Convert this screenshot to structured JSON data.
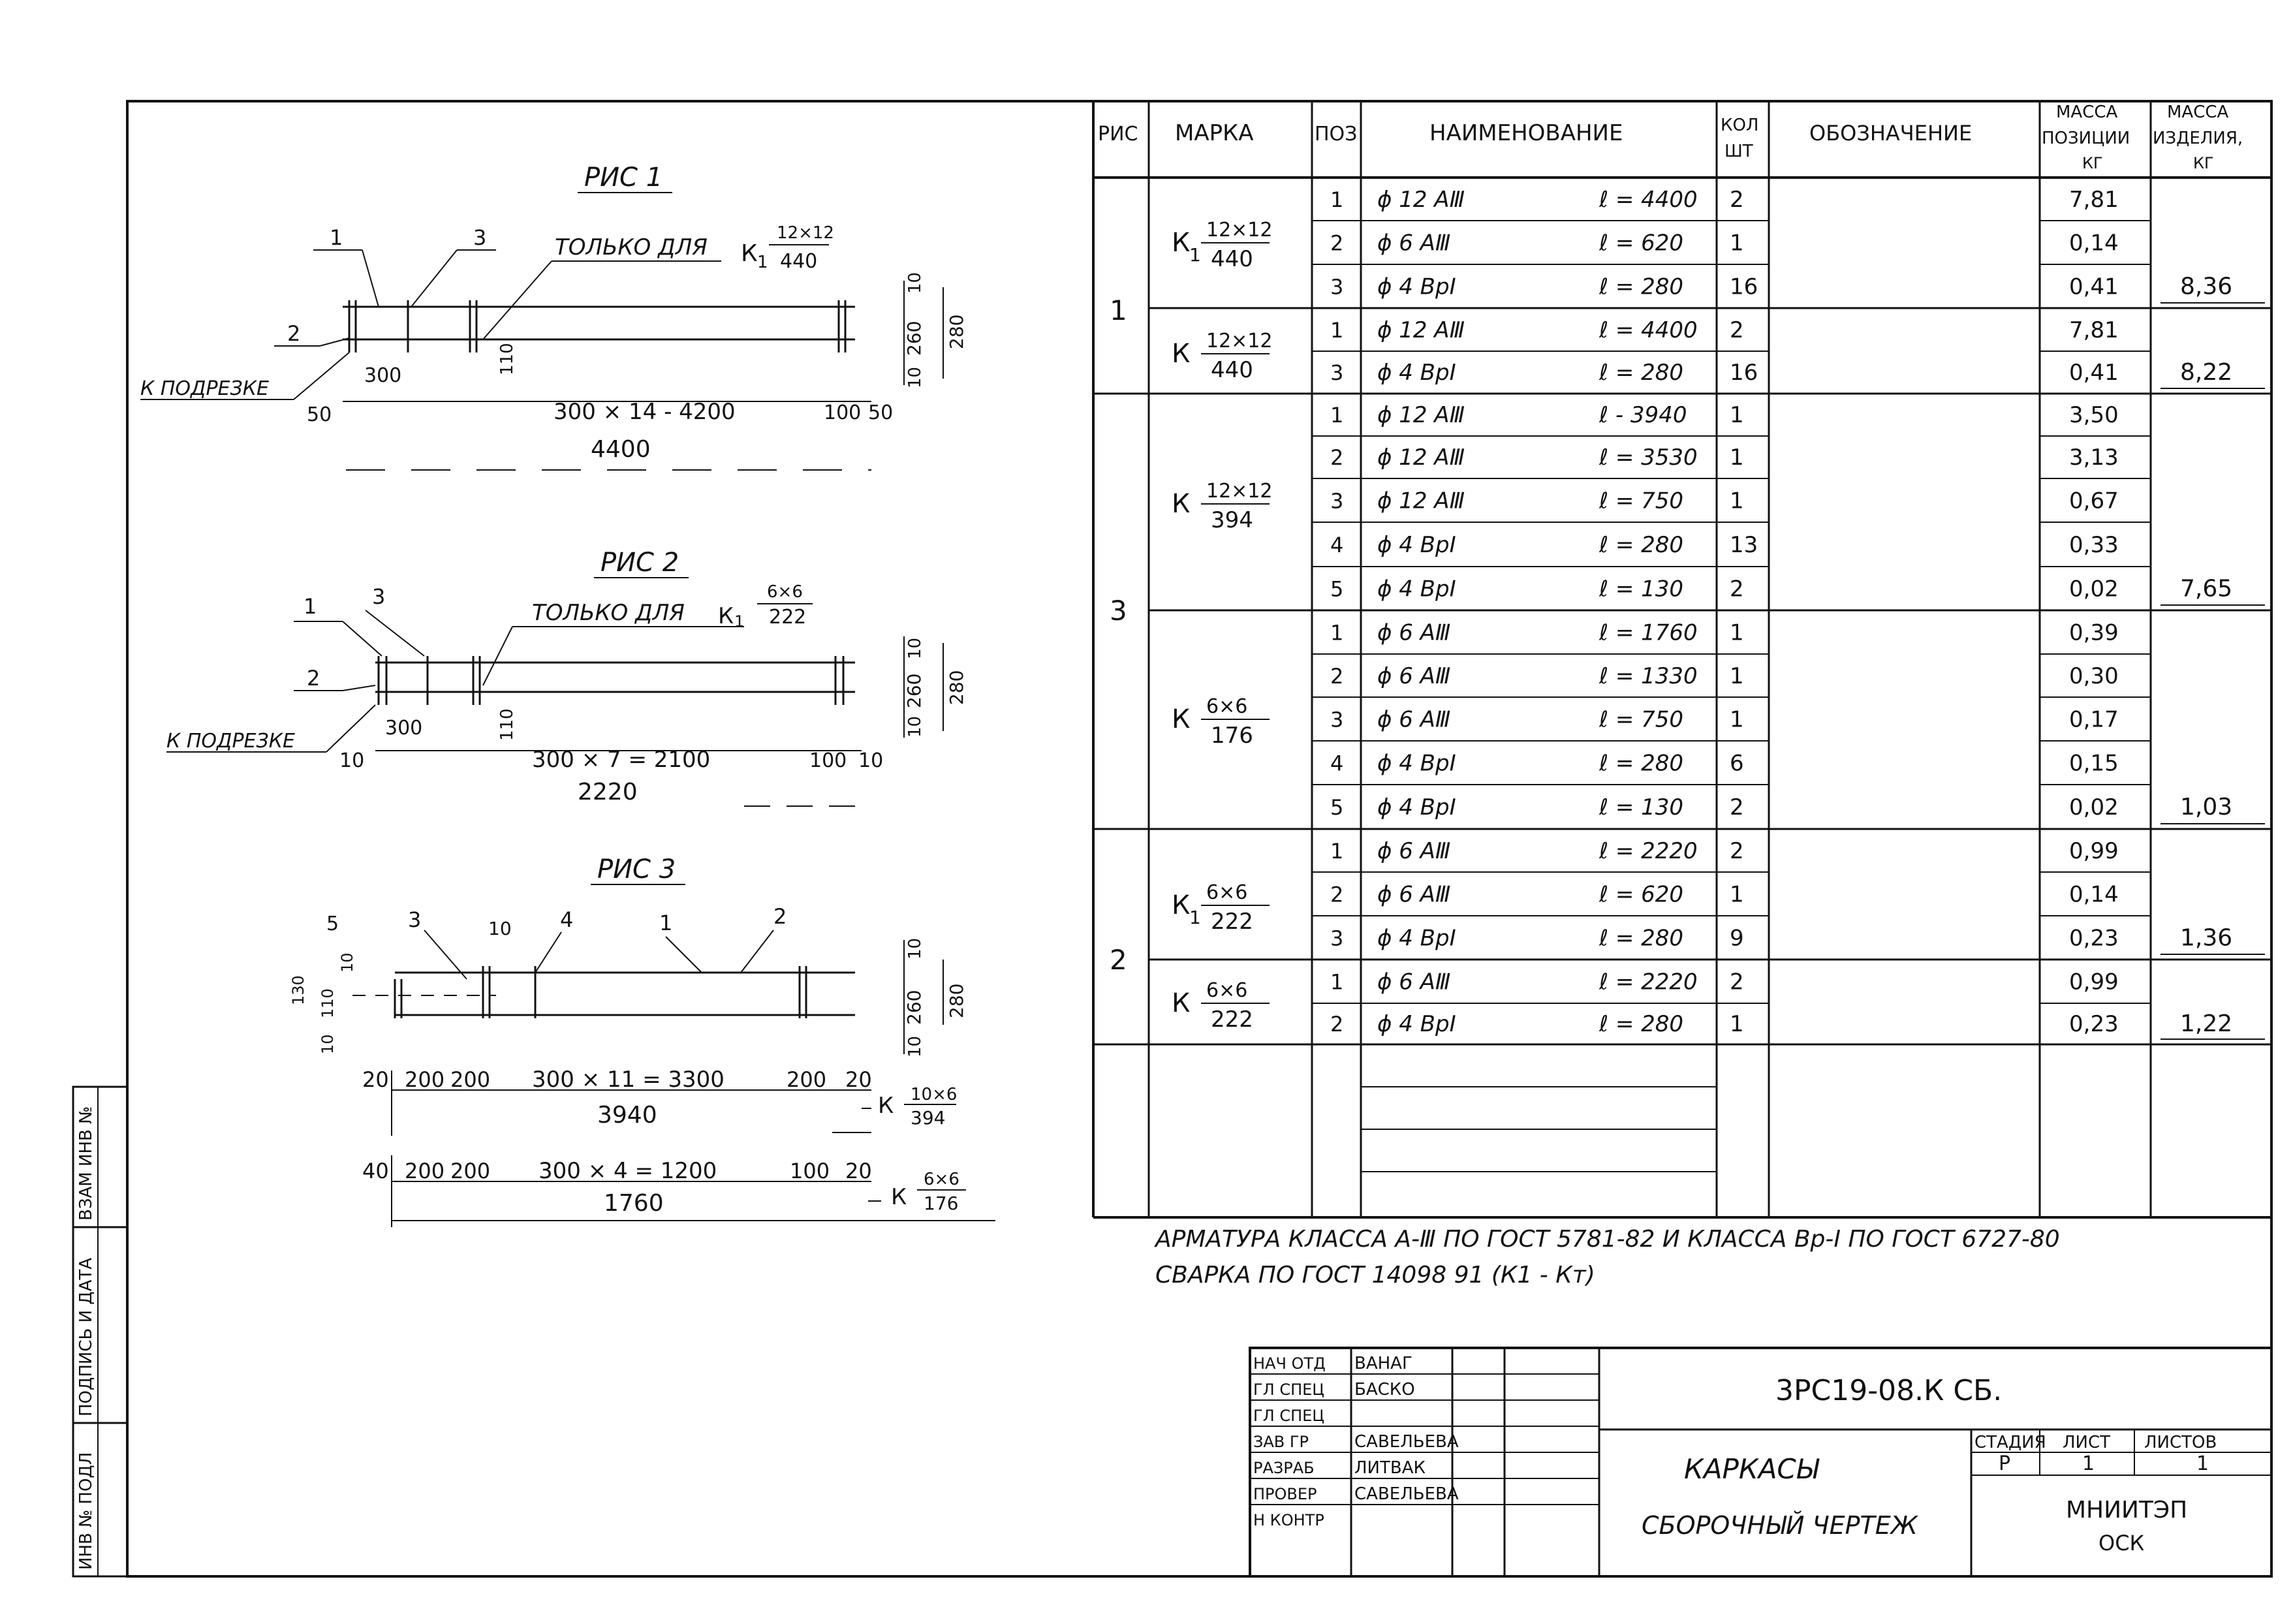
{
  "spec_table": {
    "headers": {
      "ris": "РИС",
      "marka": "МАРКА",
      "poz": "ПОЗ",
      "name": "НАИМЕНОВАНИЕ",
      "kol1": "КОЛ",
      "kol2": "ШТ",
      "oboz": "ОБОЗНАЧЕНИЕ",
      "mp1": "МАССА",
      "mp2": "ПОЗИЦИИ",
      "mp3": "КГ",
      "mi1": "МАССА",
      "mi2": "ИЗДЕЛИЯ,",
      "mi3": "КГ"
    },
    "ris_labels": [
      "1",
      "3",
      "2"
    ],
    "marks": [
      {
        "prefix": "К",
        "sub": "1",
        "num": "12×12",
        "den": "440"
      },
      {
        "prefix": "К",
        "sub": "",
        "num": "12×12",
        "den": "440"
      },
      {
        "prefix": "К",
        "sub": "",
        "num": "12×12",
        "den": "394"
      },
      {
        "prefix": "К",
        "sub": "",
        "num": "6×6",
        "den": "176"
      },
      {
        "prefix": "К",
        "sub": "1",
        "num": "6×6",
        "den": "222"
      },
      {
        "prefix": "К",
        "sub": "",
        "num": "6×6",
        "den": "222"
      }
    ],
    "rows": [
      {
        "poz": "1",
        "name": "ϕ 12 АⅢ",
        "len": "ℓ = 4400",
        "qty": "2",
        "mass": "7,81",
        "total": ""
      },
      {
        "poz": "2",
        "name": "ϕ 6 АⅢ",
        "len": "ℓ = 620",
        "qty": "1",
        "mass": "0,14",
        "total": ""
      },
      {
        "poz": "3",
        "name": "ϕ 4 ВрI",
        "len": "ℓ = 280",
        "qty": "16",
        "mass": "0,41",
        "total": "8,36"
      },
      {
        "poz": "1",
        "name": "ϕ 12 АⅢ",
        "len": "ℓ = 4400",
        "qty": "2",
        "mass": "7,81",
        "total": ""
      },
      {
        "poz": "3",
        "name": "ϕ 4 ВрI",
        "len": "ℓ = 280",
        "qty": "16",
        "mass": "0,41",
        "total": "8,22"
      },
      {
        "poz": "1",
        "name": "ϕ 12 АⅢ",
        "len": "ℓ - 3940",
        "qty": "1",
        "mass": "3,50",
        "total": ""
      },
      {
        "poz": "2",
        "name": "ϕ 12 АⅢ",
        "len": "ℓ = 3530",
        "qty": "1",
        "mass": "3,13",
        "total": ""
      },
      {
        "poz": "3",
        "name": "ϕ 12 АⅢ",
        "len": "ℓ = 750",
        "qty": "1",
        "mass": "0,67",
        "total": ""
      },
      {
        "poz": "4",
        "name": "ϕ 4 ВрI",
        "len": "ℓ = 280",
        "qty": "13",
        "mass": "0,33",
        "total": ""
      },
      {
        "poz": "5",
        "name": "ϕ 4 ВрI",
        "len": "ℓ = 130",
        "qty": "2",
        "mass": "0,02",
        "total": "7,65"
      },
      {
        "poz": "1",
        "name": "ϕ 6 АⅢ",
        "len": "ℓ = 1760",
        "qty": "1",
        "mass": "0,39",
        "total": ""
      },
      {
        "poz": "2",
        "name": "ϕ 6 АⅢ",
        "len": "ℓ = 1330",
        "qty": "1",
        "mass": "0,30",
        "total": ""
      },
      {
        "poz": "3",
        "name": "ϕ 6 АⅢ",
        "len": "ℓ = 750",
        "qty": "1",
        "mass": "0,17",
        "total": ""
      },
      {
        "poz": "4",
        "name": "ϕ 4 ВрI",
        "len": "ℓ = 280",
        "qty": "6",
        "mass": "0,15",
        "total": ""
      },
      {
        "poz": "5",
        "name": "ϕ 4 ВрI",
        "len": "ℓ = 130",
        "qty": "2",
        "mass": "0,02",
        "total": "1,03"
      },
      {
        "poz": "1",
        "name": "ϕ 6 АⅢ",
        "len": "ℓ = 2220",
        "qty": "2",
        "mass": "0,99",
        "total": ""
      },
      {
        "poz": "2",
        "name": "ϕ 6 АⅢ",
        "len": "ℓ = 620",
        "qty": "1",
        "mass": "0,14",
        "total": ""
      },
      {
        "poz": "3",
        "name": "ϕ 4 ВрI",
        "len": "ℓ = 280",
        "qty": "9",
        "mass": "0,23",
        "total": "1,36"
      },
      {
        "poz": "1",
        "name": "ϕ 6 АⅢ",
        "len": "ℓ = 2220",
        "qty": "2",
        "mass": "0,99",
        "total": ""
      },
      {
        "poz": "2",
        "name": "ϕ 4 ВрI",
        "len": "ℓ = 280",
        "qty": "1",
        "mass": "0,23",
        "total": "1,22"
      }
    ]
  },
  "notes": {
    "line1": "АРМАТУРА КЛАССА А-Ⅲ ПО ГОСТ 5781-82 И КЛАССА Вр-I ПО ГОСТ 6727-80",
    "line2": "СВАРКА ПО ГОСТ 14098 91 (К1 - Кт)"
  },
  "fig1": {
    "title": "РИС 1",
    "callout": "ТОЛЬКО ДЛЯ",
    "mark_prefix": "К",
    "mark_sub": "1",
    "mark_num": "12×12",
    "mark_den": "440",
    "cut": "К ПОДРЕЗКЕ",
    "pos1": "1",
    "pos2": "2",
    "pos3": "3",
    "d300": "300",
    "d50a": "50",
    "d50b": "50",
    "d100": "100",
    "d110": "110",
    "d10a": "10",
    "d10b": "10",
    "d260": "260",
    "d280": "280",
    "chain": "300 × 14 - 4200",
    "total": "4400"
  },
  "fig2": {
    "title": "РИС 2",
    "callout": "ТОЛЬКО ДЛЯ",
    "mark_prefix": "К",
    "mark_sub": "1",
    "mark_num": "6×6",
    "mark_den": "222",
    "cut": "К ПОДРЕЗКЕ",
    "pos1": "1",
    "pos2": "2",
    "pos3": "3",
    "d300": "300",
    "d10a": "10",
    "d10b": "10",
    "d100": "100",
    "d110": "110",
    "d10c": "10",
    "d10d": "10",
    "d260": "260",
    "d280": "280",
    "chain": "300 × 7 = 2100",
    "total": "2220"
  },
  "fig3": {
    "title": "РИС 3",
    "pos5": "5",
    "pos3": "3",
    "pos4": "4",
    "pos1": "1",
    "pos2": "2",
    "d10": "10",
    "d130": "130",
    "d110": "110",
    "d10l": "10",
    "d10m": "10",
    "d10r": "10",
    "d260": "260",
    "d10s": "10",
    "d280": "280",
    "row1": {
      "a": "20",
      "b": "200",
      "c": "200",
      "chain": "300 × 11 = 3300",
      "d": "200",
      "e": "20",
      "total": "3940",
      "mark_prefix": "К",
      "mark_num": "10×6",
      "mark_den": "394"
    },
    "row2": {
      "a": "40",
      "b": "200",
      "c": "200",
      "chain": "300 × 4 = 1200",
      "d": "100",
      "e": "20",
      "total": "1760",
      "mark_prefix": "К",
      "mark_num": "6×6",
      "mark_den": "176"
    }
  },
  "side_stamp": {
    "c1": "ИНВ № ПОДЛ",
    "c2": "ПОДПИСЬ И ДАТА",
    "c3": "ВЗАМ ИНВ №"
  },
  "title_block": {
    "doc_code": "3РС19-08.К СБ.",
    "roles": [
      "НАЧ ОТД",
      "ГЛ СПЕЦ",
      "ГЛ СПЕЦ",
      "ЗАВ ГР",
      "РАЗРАБ",
      "ПРОВЕР",
      "Н КОНТР"
    ],
    "names": [
      "ВАНАГ",
      "БАСКО",
      "",
      "САВЕЛЬЕВА",
      "ЛИТВАК",
      "САВЕЛЬЕВА",
      ""
    ],
    "sheet_title1": "КАРКАСЫ",
    "sheet_title2": "СБОРОЧНЫЙ ЧЕРТЕЖ",
    "stage_h": "СТАДИЯ",
    "sheet_h": "ЛИСТ",
    "sheets_h": "ЛИСТОВ",
    "stage": "Р",
    "sheet": "1",
    "sheets": "1",
    "org1": "МНИИТЭП",
    "org2": "ОСК"
  }
}
